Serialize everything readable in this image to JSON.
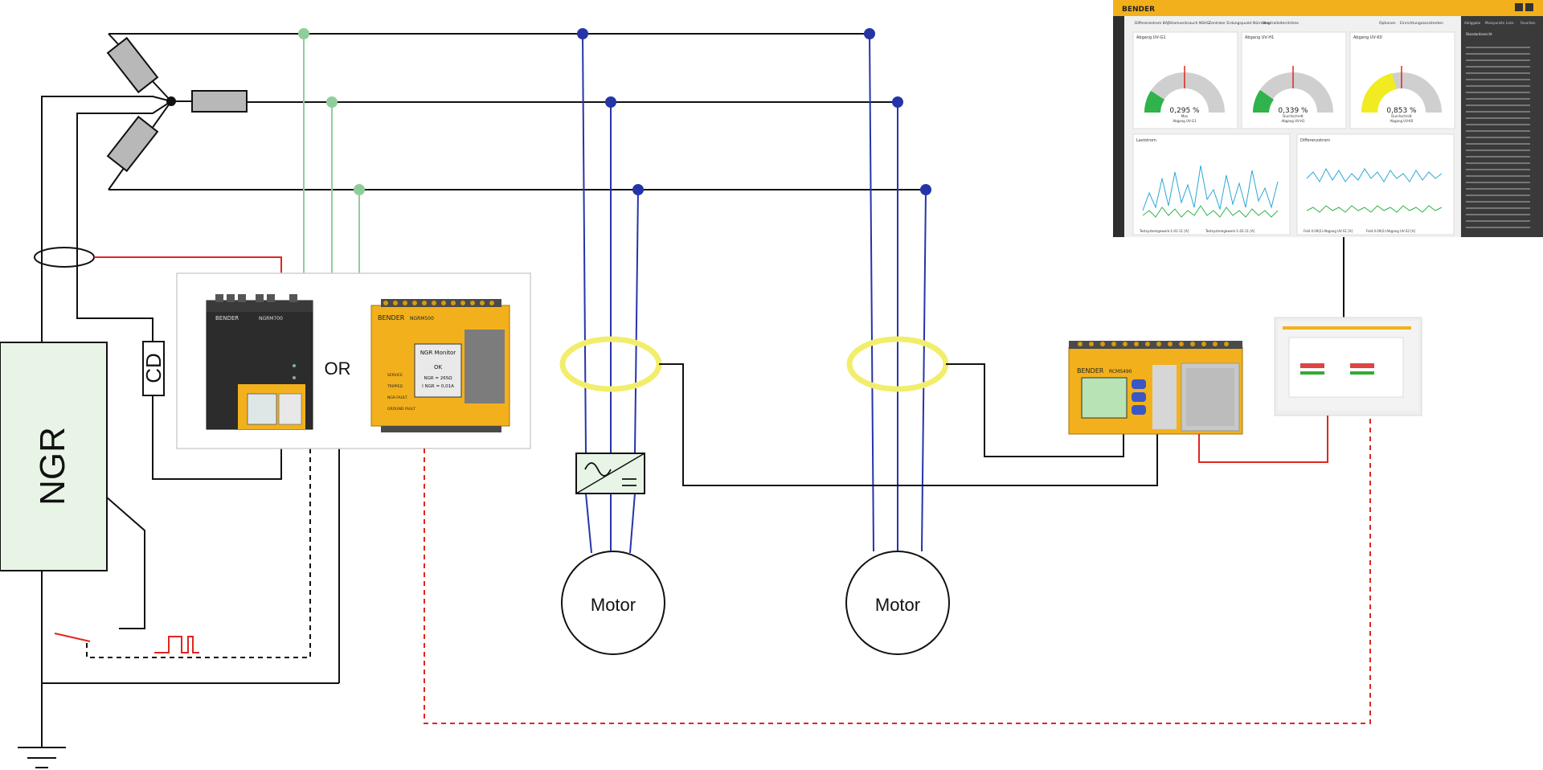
{
  "labels": {
    "ngr": "NGR",
    "cd": "CD",
    "or": "OR",
    "motor1": "Motor",
    "motor2": "Motor"
  },
  "device_a": {
    "brand": "BENDER",
    "model": "NGRM700"
  },
  "device_b": {
    "brand": "BENDER",
    "model": "NGRM500",
    "screen_title": "NGR Monitor",
    "screen_status": "OK",
    "screen_line1": "NGR = 265Ω",
    "screen_line2": "I NGR = 0,01A",
    "leds": [
      "SERVICE",
      "TRIPPED",
      "NGR-FAULT",
      "GROUND FAULT"
    ]
  },
  "rcm_device": {
    "brand": "BENDER",
    "model": "RCMS490"
  },
  "dashboard": {
    "brand": "BENDER",
    "nav": [
      "Differenzstrom BAJ",
      "Stromverbrauch NSHG",
      "Zentraler Erdungspunkt Nürnberg",
      "Neutralleiterströme"
    ],
    "nav_right": [
      "Optionen",
      "Einrichtungsassistenten"
    ],
    "gauges": [
      {
        "title": "Abgang UV-G1",
        "value": "0,295 %",
        "status": "Max",
        "sub": "Abgang UV-G1"
      },
      {
        "title": "Abgang UV-H1",
        "value": "0,339 %",
        "status": "Durchschnitt",
        "sub": "Abgang UV-H1"
      },
      {
        "title": "Abgang UV-K0",
        "value": "0,853 %",
        "status": "Durchschnitt",
        "sub": "Abgang UV-K0"
      }
    ],
    "charts": [
      {
        "title": "Laststrom",
        "legend": [
          "Testsystemgewerk-1-01-11 [A]",
          "Testsystemgewerk-1-02-11 [A]"
        ]
      },
      {
        "title": "Differenzstrom",
        "legend": [
          "Feld 0.09(2)-Abgang UV-S1 [A]",
          "Feld 0.09(2)-Abgang UV-S2 [A]"
        ]
      }
    ],
    "side_tabs": [
      "Aktiggabe",
      "Messpunkte",
      "Liste",
      "Favoriten"
    ],
    "side_header": "Standardansicht"
  },
  "colors": {
    "phase_green": "#8fce9a",
    "phase_blue": "#2535a8",
    "ngr_fill": "#e8f4e6",
    "yellow_ct": "#f2ee6c",
    "red_signal": "#e0261f",
    "bender_yellow": "#f2b11c"
  }
}
